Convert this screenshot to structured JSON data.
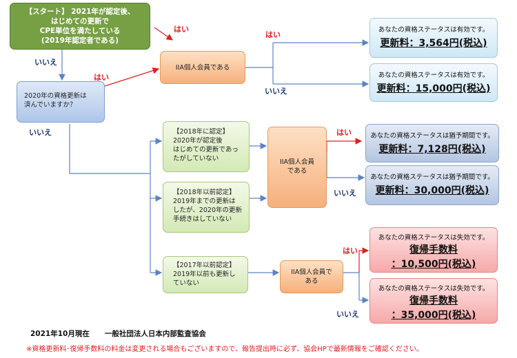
{
  "start": {
    "lines": [
      "【スタート】 2021年が認定後、",
      "はじめての更新で",
      "CPE単位を満たしている",
      "(2019年認定者である)"
    ]
  },
  "q_renewed": {
    "lines": [
      "2020年の資格更新は",
      "済んでいますか？"
    ]
  },
  "q_member_top": "IIA個人会員である",
  "cond_2018": {
    "lines": [
      "【2018年に認定】",
      "2020年が認定後",
      "はじめての更新であっ",
      "たがしていない"
    ]
  },
  "cond_before2018": {
    "lines": [
      "【2018年以前認定】",
      "2019年までの更新は",
      "したが、2020年の更新",
      "手続きはしていない"
    ]
  },
  "q_member_mid": {
    "lines": [
      "IIA個人会員",
      "である"
    ]
  },
  "cond_before2017": {
    "lines": [
      "【2017年以前認定】",
      "2019年以前も更新し",
      "ていない"
    ]
  },
  "q_member_bottom": {
    "lines": [
      "IIA個人会員で",
      "ある"
    ]
  },
  "results": [
    {
      "message": "あなたの資格ステータスは有効です。",
      "fee": "更新料：3,564円(税込)"
    },
    {
      "message": "あなたの資格ステータスは有効です。",
      "fee": "更新料：15,000円(税込)"
    },
    {
      "message": "あなたの資格ステータスは猶予期間です。",
      "fee": "更新料：7,128円(税込)"
    },
    {
      "message": "あなたの資格ステータスは猶予期間です。",
      "fee": "更新料：30,000円(税込)"
    },
    {
      "message": "あなたの資格ステータスは失効です。",
      "fee": "復帰手数料",
      "amount": "：10,500円(税込)"
    },
    {
      "message": "あなたの資格ステータスは失効です。",
      "fee": "復帰手数料",
      "amount": "：35,000円(税込)"
    }
  ],
  "labels": {
    "yes": "はい",
    "no": "いいえ"
  },
  "footer": {
    "date": "2021年10月現在",
    "org": "一般社団法人日本内部監査協会",
    "note": "※資格更新料･復帰手数料の料金は変更される場合もございますので、報告提出時に必ず、協会HPで最新情報をご確認ください。"
  },
  "colors": {
    "yes_arrow": "#e02020",
    "no_arrow": "#5b84c4",
    "label_no": "#1f3a6e"
  }
}
